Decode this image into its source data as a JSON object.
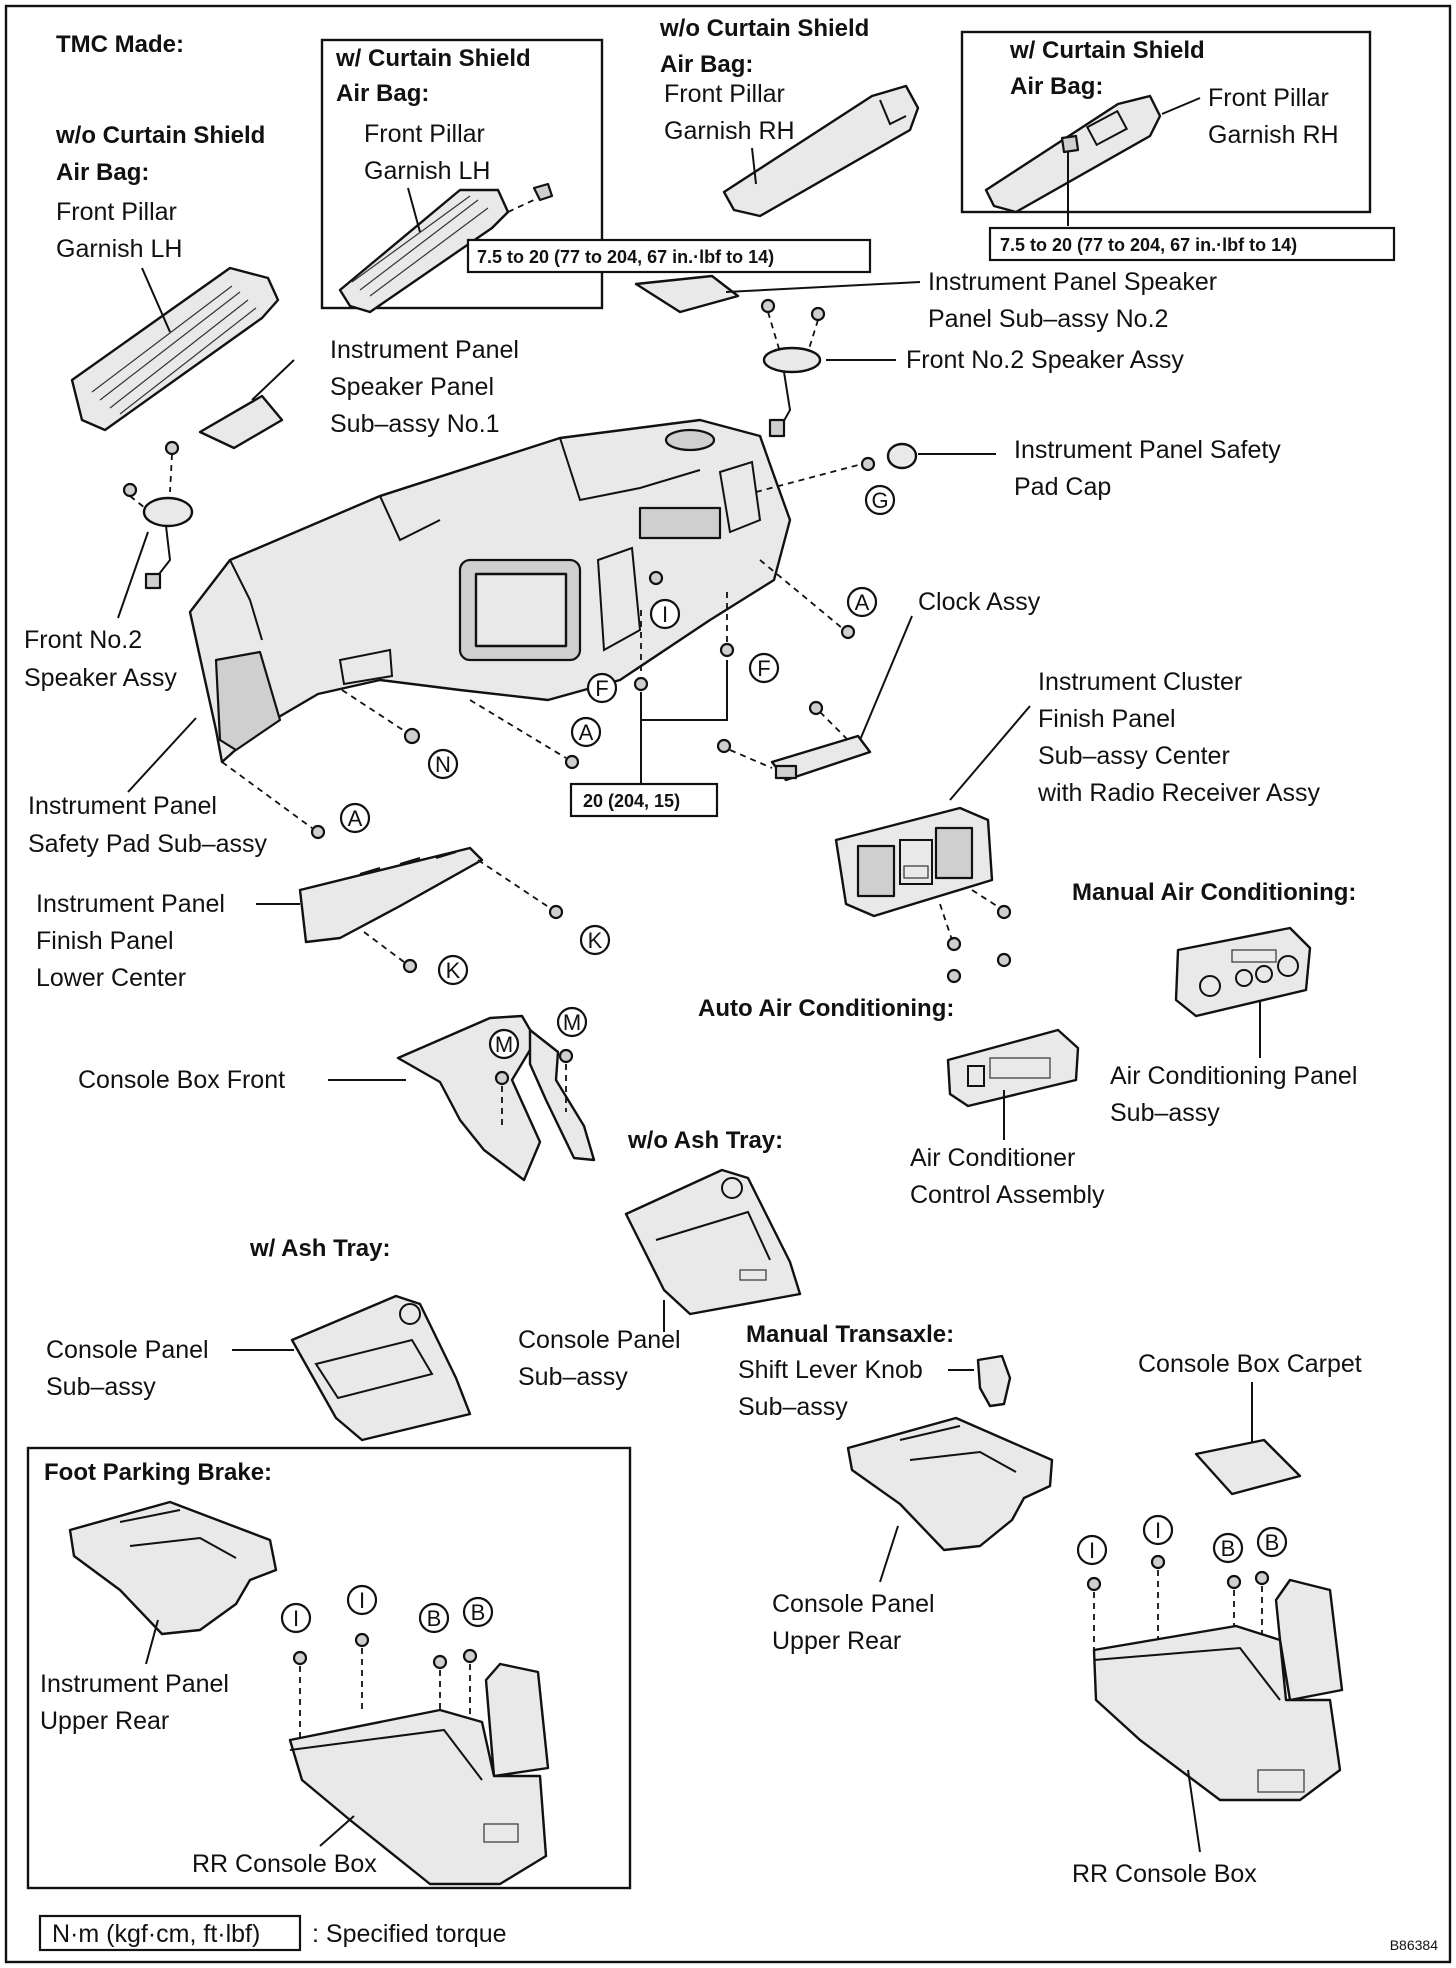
{
  "diagram_code": "B86384",
  "legend": {
    "torque_unit": "N·m (kgf·cm, ft·lbf)",
    "description": ": Specified torque"
  },
  "headers": {
    "tmc_made": "TMC Made:",
    "wo_curtain_left_1": "w/o Curtain Shield",
    "wo_curtain_left_2": "Air Bag:",
    "w_curtain_left_1": "w/ Curtain Shield",
    "w_curtain_left_2": "Air Bag:",
    "wo_curtain_right_1": "w/o Curtain Shield",
    "wo_curtain_right_2": "Air Bag:",
    "w_curtain_right_1": "w/ Curtain Shield",
    "w_curtain_right_2": "Air Bag:",
    "manual_ac": "Manual Air Conditioning:",
    "auto_ac": "Auto Air Conditioning:",
    "wo_ash_tray": "w/o Ash Tray:",
    "w_ash_tray": "w/ Ash Tray:",
    "manual_transaxle": "Manual Transaxle:",
    "foot_parking_brake": "Foot Parking Brake:"
  },
  "torques": {
    "pillar_left": "7.5 to 20 (77 to 204, 67 in.·lbf to 14)",
    "pillar_right": "7.5 to 20 (77 to 204, 67 in.·lbf to 14)",
    "safety_pad": "20 (204, 15)"
  },
  "labels": {
    "pillar_lh_wo_1": "Front Pillar",
    "pillar_lh_wo_2": "Garnish LH",
    "pillar_lh_w_1": "Front Pillar",
    "pillar_lh_w_2": "Garnish LH",
    "pillar_rh_wo_1": "Front Pillar",
    "pillar_rh_wo_2": "Garnish RH",
    "pillar_rh_w_1": "Front Pillar",
    "pillar_rh_w_2": "Garnish RH",
    "spk_panel2_1": "Instrument Panel Speaker",
    "spk_panel2_2": "Panel Sub–assy No.2",
    "spk2_right": "Front No.2 Speaker Assy",
    "spk_panel1_1": "Instrument Panel",
    "spk_panel1_2": "Speaker Panel",
    "spk_panel1_3": "Sub–assy No.1",
    "cap_1": "Instrument Panel Safety",
    "cap_2": "Pad Cap",
    "spk2_left_1": "Front No.2",
    "spk2_left_2": "Speaker Assy",
    "clock": "Clock Assy",
    "cluster_1": "Instrument Cluster",
    "cluster_2": "Finish Panel",
    "cluster_3": "Sub–assy Center",
    "cluster_4": "with Radio Receiver Assy",
    "safety_pad_1": "Instrument Panel",
    "safety_pad_2": "Safety Pad Sub–assy",
    "lower_center_1": "Instrument Panel",
    "lower_center_2": "Finish Panel",
    "lower_center_3": "Lower Center",
    "console_front": "Console Box Front",
    "ac_panel_1": "Air Conditioning Panel",
    "ac_panel_2": "Sub–assy",
    "ac_control_1": "Air Conditioner",
    "ac_control_2": "Control Assembly",
    "console_panel_w_1": "Console Panel",
    "console_panel_w_2": "Sub–assy",
    "console_panel_wo_1": "Console Panel",
    "console_panel_wo_2": "Sub–assy",
    "shift_knob_1": "Shift Lever Knob",
    "shift_knob_2": "Sub–assy",
    "carpet": "Console Box Carpet",
    "upper_rear_1": "Instrument Panel",
    "upper_rear_2": "Upper Rear",
    "console_upper_rear_1": "Console Panel",
    "console_upper_rear_2": "Upper Rear",
    "rr_console_left": "RR Console Box",
    "rr_console_right": "RR Console Box"
  },
  "markers": {
    "A": "A",
    "B": "B",
    "F": "F",
    "G": "G",
    "I": "I",
    "K": "K",
    "M": "M",
    "N": "N"
  }
}
